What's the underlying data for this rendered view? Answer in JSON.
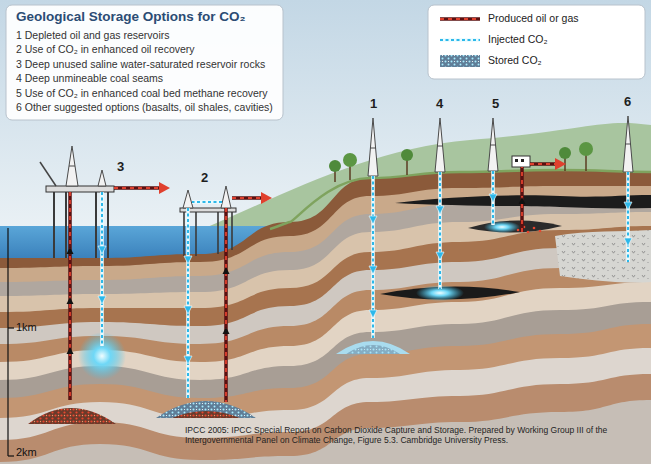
{
  "diagram": {
    "title": "Geological Storage Options for CO₂",
    "caption": "IPCC 2005: IPCC Special Report on Carbon Dioxide Capture and Storage. Prepared by Working Group III of the Intergovernmental Panel on Climate Change, Figure 5.3. Cambridge University Press.",
    "labels": [
      "1 Depleted oil and gas reservoirs",
      "2 Use of CO₂ in enhanced oil recovery",
      "3 Deep unused saline water-saturated reservoir rocks",
      "4 Deep unmineable coal seams",
      "5 Use of CO₂ in enhanced coal bed methane recovery",
      "6 Other suggested options (basalts, oil shales, cavities)",
      "3",
      "2",
      "1",
      "4",
      "5",
      "6",
      "1km",
      "2km"
    ],
    "legend": [
      {
        "text": "Produced oil or gas"
      },
      {
        "text": "Injected CO₂"
      },
      {
        "text": "Stored CO₂"
      }
    ]
  }
}
